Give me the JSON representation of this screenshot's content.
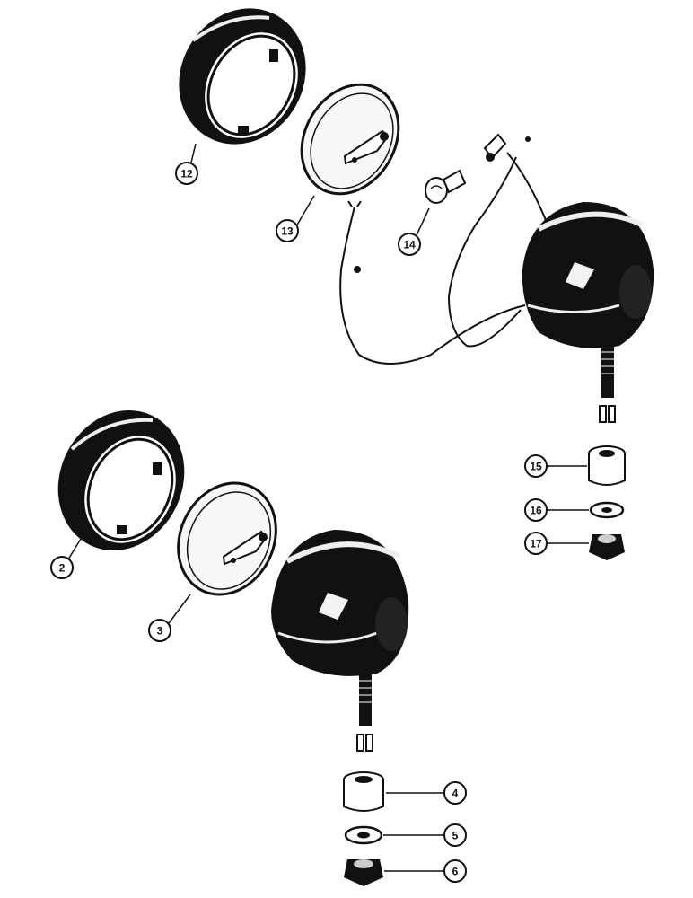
{
  "diagram": {
    "callouts": {
      "c12": "12",
      "c13": "13",
      "c14": "14",
      "c15": "15",
      "c16": "16",
      "c17": "17",
      "c2": "2",
      "c3": "3",
      "c4": "4",
      "c5": "5",
      "c6": "6"
    }
  },
  "colors": {
    "ink": "#111111",
    "paper": "#ffffff",
    "highlight": "#f2f2f2"
  }
}
